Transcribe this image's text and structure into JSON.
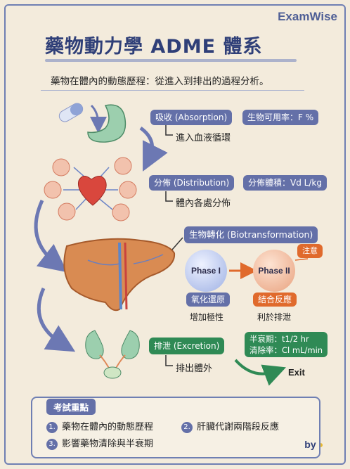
{
  "brand": "ExamWise",
  "title": "藥物動力學 ADME 體系",
  "subtitle": "藥物在體內的動態歷程：從進入到排出的過程分析。",
  "absorption": {
    "tag": "吸收 (Absorption)",
    "metric": "生物可用率：F %",
    "note": "進入血液循環"
  },
  "distribution": {
    "tag": "分佈 (Distribution)",
    "metric": "分佈體積：Vd L/kg",
    "note": "體內各處分佈"
  },
  "metabolism": {
    "tag": "生物轉化 (Biotransformation)",
    "phase1": {
      "name": "Phase I",
      "line1": "氧化還原",
      "line2": "增加極性"
    },
    "phase2": {
      "name": "Phase II",
      "alert": "注意",
      "line1": "結合反應",
      "line2": "利於排泄"
    }
  },
  "excretion": {
    "tag": "排泄 (Excretion)",
    "half_life": "半衰期：t1/2 hr",
    "clearance": "清除率：Cl mL/min",
    "note": "排出體外",
    "exit": "Exit"
  },
  "exam": {
    "title": "考試重點",
    "points": [
      {
        "num": "1.",
        "text": "藥物在體內的動態歷程"
      },
      {
        "num": "2.",
        "text": "肝臟代謝兩階段反應"
      },
      {
        "num": "3.",
        "text": "影響藥物清除與半衰期"
      }
    ]
  },
  "signature": "by",
  "colors": {
    "accent": "#6470a8",
    "green": "#2f8a55",
    "orange": "#e06a2c",
    "liver": "#d98b52"
  }
}
